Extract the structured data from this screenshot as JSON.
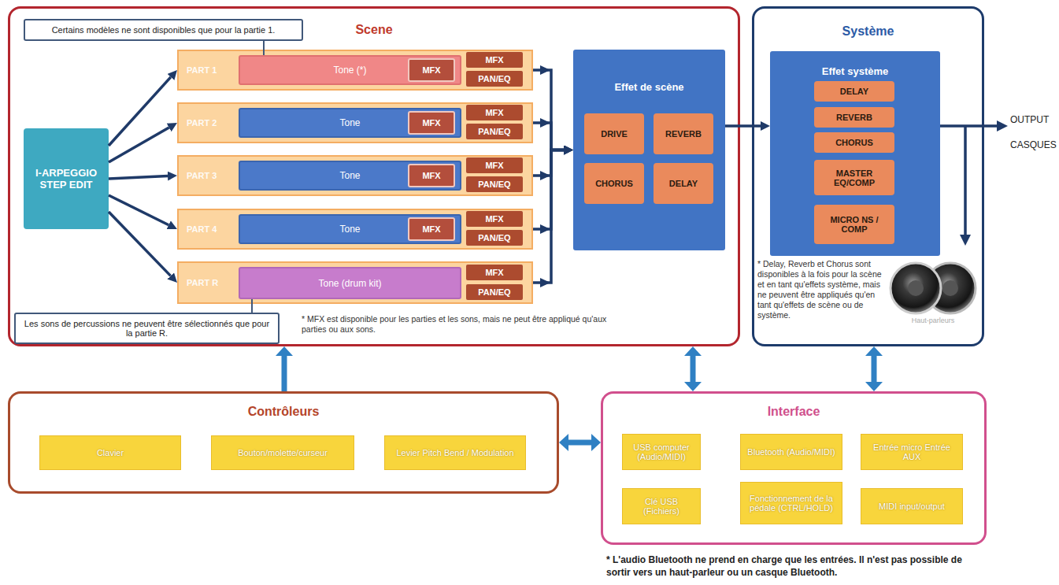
{
  "diagram": {
    "nodes": [
      {
        "text": [
          "Scene"
        ]
      },
      {
        "text": [
          "Certains modèles ne sont disponibles que pour la partie 1."
        ],
        "in": 0
      },
      {
        "text": [
          "I-ARPEGGIO STEP EDIT"
        ],
        "in": 0
      },
      {
        "text": [
          "PART 1"
        ],
        "in": 0
      },
      {
        "text": [
          "Tone (*)"
        ],
        "in": 3
      },
      {
        "text": [
          "MFX"
        ],
        "in": 4
      },
      {
        "text": [
          "MFX"
        ],
        "in": 3
      },
      {
        "text": [
          "PAN/EQ"
        ],
        "in": 3
      },
      {
        "text": [
          "PART 2"
        ],
        "in": 0
      },
      {
        "text": [
          "Tone"
        ],
        "in": 8
      },
      {
        "text": [
          "MFX"
        ],
        "in": 9
      },
      {
        "text": [
          "MFX"
        ],
        "in": 8
      },
      {
        "text": [
          "PAN/EQ"
        ],
        "in": 8
      },
      {
        "text": [
          "PART 3"
        ],
        "in": 0
      },
      {
        "text": [
          "Tone"
        ],
        "in": 13
      },
      {
        "text": [
          "MFX"
        ],
        "in": 14
      },
      {
        "text": [
          "MFX"
        ],
        "in": 13
      },
      {
        "text": [
          "PAN/EQ"
        ],
        "in": 13
      },
      {
        "text": [
          "PART 4"
        ],
        "in": 0
      },
      {
        "text": [
          "Tone"
        ],
        "in": 18
      },
      {
        "text": [
          "MFX"
        ],
        "in": 19
      },
      {
        "text": [
          "MFX"
        ],
        "in": 18
      },
      {
        "text": [
          "PAN/EQ"
        ],
        "in": 18
      },
      {
        "text": [
          "PART R"
        ],
        "in": 0
      },
      {
        "text": [
          "Tone (drum kit)"
        ],
        "in": 23
      },
      {
        "text": [
          "MFX"
        ],
        "in": 23
      },
      {
        "text": [
          "PAN/EQ"
        ],
        "in": 23
      },
      {
        "text": [
          "Les sons de percussions ne peuvent être sélectionnés que pour la partie R."
        ],
        "in": 0
      },
      {
        "text": [
          "Effet de scène"
        ],
        "in": 0
      },
      {
        "text": [
          "DRIVE"
        ],
        "in": 28
      },
      {
        "text": [
          "REVERB"
        ],
        "in": 28
      },
      {
        "text": [
          "CHORUS"
        ],
        "in": 28
      },
      {
        "text": [
          "DELAY"
        ],
        "in": 28
      },
      {
        "text": [
          "Système"
        ]
      },
      {
        "text": [
          "Effet système"
        ],
        "in": 33
      },
      {
        "text": [
          "DELAY"
        ],
        "in": 34
      },
      {
        "text": [
          "REVERB"
        ],
        "in": 34
      },
      {
        "text": [
          "CHORUS"
        ],
        "in": 34
      },
      {
        "text": [
          "MASTER EQ/COMP"
        ],
        "in": 34
      },
      {
        "text": [
          "MICRO NS / COMP"
        ],
        "in": 34
      },
      {
        "text": [
          "Contrôleurs"
        ]
      },
      {
        "text": [
          "Clavier"
        ],
        "in": 40
      },
      {
        "text": [
          "Bouton/molette/curseur"
        ],
        "in": 40
      },
      {
        "text": [
          "Levier Pitch Bend / Modulation"
        ],
        "in": 40
      },
      {
        "text": [
          "Interface"
        ]
      },
      {
        "text": [
          "USB computer (Audio/MIDI)"
        ],
        "in": 44
      },
      {
        "text": [
          "Bluetooth (Audio/MIDI)"
        ],
        "in": 44
      },
      {
        "text": [
          "Entrée micro Entrée AUX"
        ],
        "in": 44
      },
      {
        "text": [
          "Clé USB (Fichiers)"
        ],
        "in": 44
      },
      {
        "text": [
          "Fonctionnement de la pédale (CTRL/HOLD)"
        ],
        "in": 44
      },
      {
        "text": [
          "MIDI input/output"
        ],
        "in": 44
      }
    ],
    "edges": [
      {
        "from": 2,
        "to": 3,
        "arrow": "to"
      },
      {
        "from": 2,
        "to": 8,
        "arrow": "to"
      },
      {
        "from": 2,
        "to": 13,
        "arrow": "to"
      },
      {
        "from": 2,
        "to": 18,
        "arrow": "to"
      },
      {
        "from": 2,
        "to": 23,
        "arrow": "to"
      },
      {
        "from": 3,
        "to": 28,
        "arrow": "to"
      },
      {
        "from": 8,
        "to": 28,
        "arrow": "to"
      },
      {
        "from": 13,
        "to": 28,
        "arrow": "to"
      },
      {
        "from": 18,
        "to": 28,
        "arrow": "to"
      },
      {
        "from": 23,
        "to": 28,
        "arrow": "to"
      },
      {
        "from": 28,
        "to": 34,
        "arrow": "to"
      },
      {
        "from": 1,
        "to": 4,
        "arrow": "none"
      },
      {
        "from": 27,
        "to": 24,
        "arrow": "none"
      },
      {
        "from": 40,
        "to": 0,
        "arrow": "to"
      },
      {
        "from": 44,
        "to": 0,
        "arrow": "both"
      },
      {
        "from": 44,
        "to": 33,
        "arrow": "both"
      },
      {
        "from": 40,
        "to": 44,
        "arrow": "both"
      }
    ],
    "labels": [
      "* MFX est disponible pour les parties et les sons, mais ne peut être appliqué qu'aux parties ou aux sons.",
      "* Delay, Reverb et Chorus sont disponibles à la fois pour la scène et en tant qu'effets système, mais ne peuvent être appliqués qu'en tant qu'effets de scène ou de système.",
      "Haut-parleurs",
      "OUTPUT",
      "CASQUES",
      "* L'audio Bluetooth ne prend en charge que les entrées. Il n'est pas possible de sortir vers un haut-parleur ou un casque Bluetooth."
    ]
  }
}
